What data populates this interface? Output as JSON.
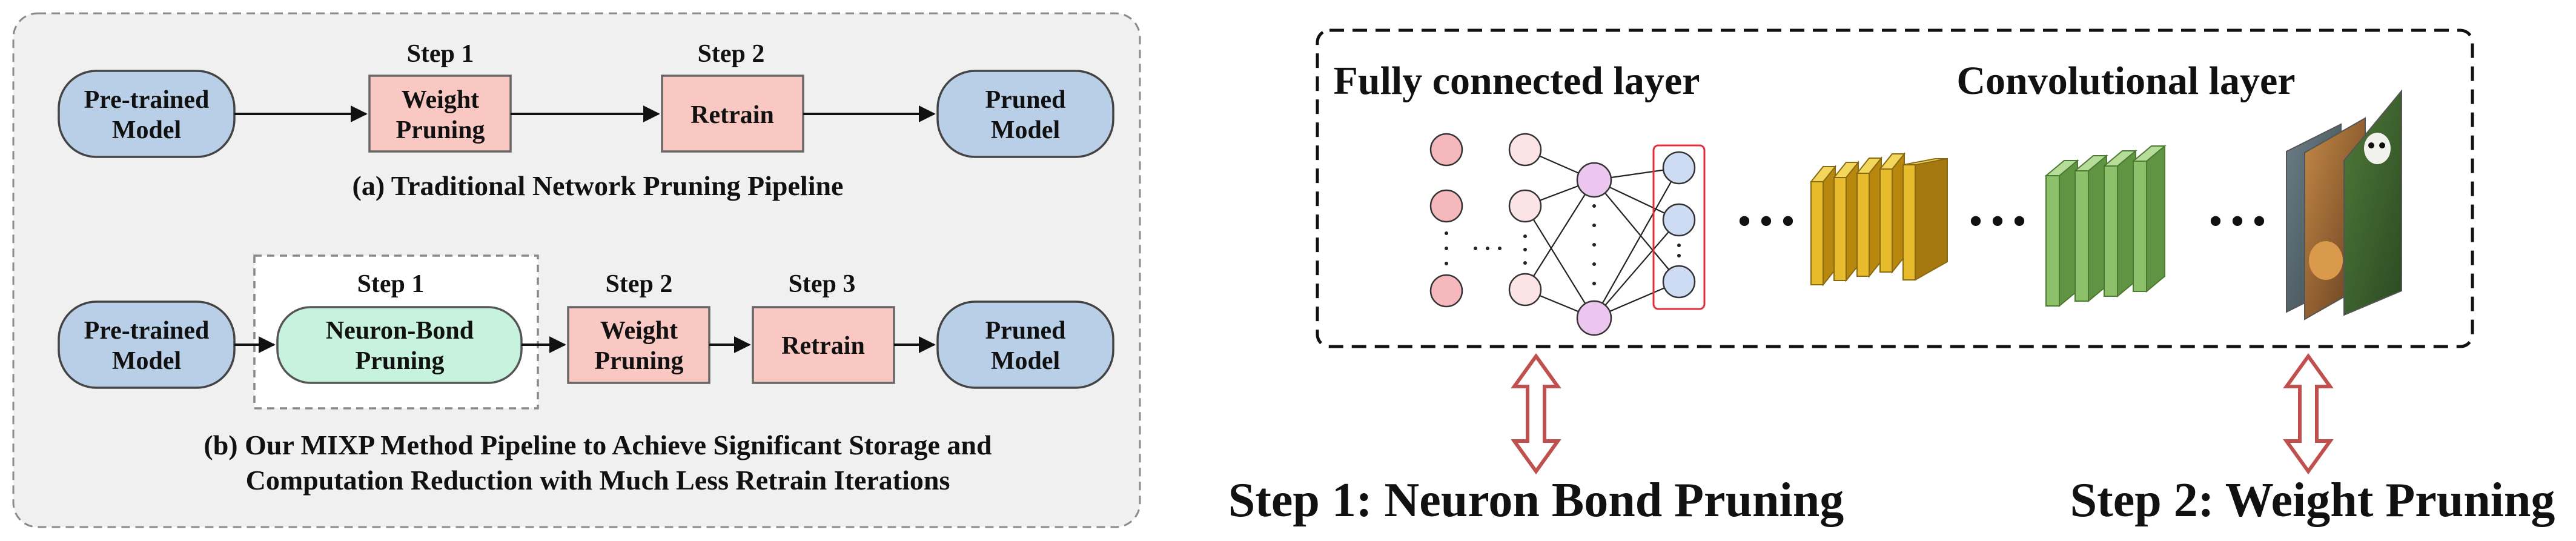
{
  "left_panel": {
    "traditional": {
      "nodes": [
        {
          "label": "Pre-trained\nModel",
          "kind": "model"
        },
        {
          "label": "Weight\nPruning",
          "kind": "step",
          "step": "Step 1"
        },
        {
          "label": "Retrain",
          "kind": "step",
          "step": "Step 2"
        },
        {
          "label": "Pruned\nModel",
          "kind": "model"
        }
      ],
      "caption": "(a) Traditional Network Pruning Pipeline"
    },
    "mixp": {
      "nodes": [
        {
          "label": "Pre-trained\nModel",
          "kind": "model"
        },
        {
          "label": "Neuron-Bond\nPruning",
          "kind": "neuron",
          "step": "Step 1"
        },
        {
          "label": "Weight\nPruning",
          "kind": "step",
          "step": "Step 2"
        },
        {
          "label": "Retrain",
          "kind": "step",
          "step": "Step 3"
        },
        {
          "label": "Pruned\nModel",
          "kind": "model"
        }
      ],
      "caption_line1": "(b) Our MIXP Method Pipeline to Achieve Significant Storage and",
      "caption_line2": "Computation Reduction with Much Less Retrain Iterations"
    }
  },
  "right_panel": {
    "fc_label": "Fully connected layer",
    "conv_label": "Convolutional layer",
    "ellipsis": "• • •",
    "step1_label": "Step 1: Neuron Bond Pruning",
    "step2_label": "Step 2: Weight Pruning"
  },
  "colors": {
    "model_fill": "#b9cfe8",
    "step_fill": "#f9c8c2",
    "neuron_fill": "#c6f2de",
    "panel_fill": "#f0f0f0",
    "arrow_red": "#c0504d",
    "yellow": "#e2b224",
    "green": "#8bbf6a",
    "node_red": "#f5b8bd",
    "node_pink": "#fbe3e6",
    "node_violet": "#ecc6ee",
    "node_blue": "#cddcf3"
  }
}
